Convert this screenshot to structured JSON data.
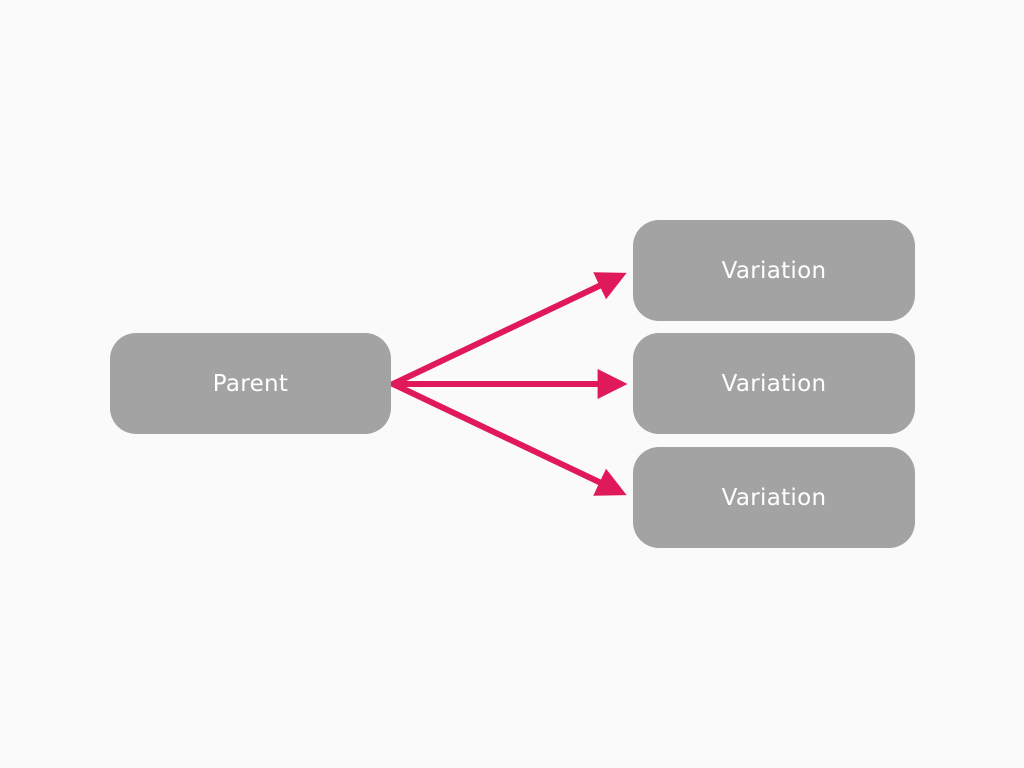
{
  "diagram": {
    "parent": {
      "label": "Parent"
    },
    "variations": [
      {
        "label": "Variation"
      },
      {
        "label": "Variation"
      },
      {
        "label": "Variation"
      }
    ],
    "edges": [
      {
        "from": "parent",
        "to": "variation-1"
      },
      {
        "from": "parent",
        "to": "variation-2"
      },
      {
        "from": "parent",
        "to": "variation-3"
      }
    ]
  },
  "colors": {
    "background": "#fafafa",
    "node_fill": "#a3a3a3",
    "node_text": "#ffffff",
    "arrow": "#e0195a"
  }
}
